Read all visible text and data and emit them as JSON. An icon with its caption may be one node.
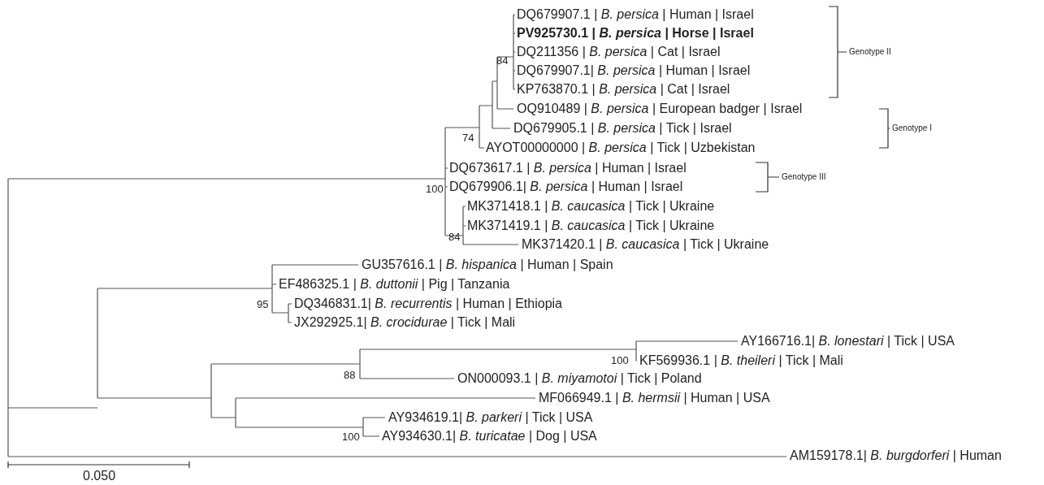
{
  "diagram": {
    "labels": [
      "DQ679907.1 | *B. persica* | Human | Israel",
      "PV925730.1 | *B. persica* | Horse | Israel",
      "Genotype II",
      "DQ211356 | *B. persica* | Cat | Israel",
      "84",
      "DQ679907.1| *B. persica* | Human | Israel",
      "KP763870.1 | *B. persica* | Cat | Israel",
      "OQ910489 | *B. persica* | European badger | Israel",
      "DQ679905.1 | *B. persica* | Tick | Israel",
      "Genotype I",
      "74",
      "AYOT00000000 | *B. persica* | Tick | Uzbekistan",
      "DQ673617.1 | *B. persica* | Human | Israel",
      "Genotype III",
      "100",
      "DQ679906.1| *B. persica* | Human | Israel",
      "MK371418.1 | *B. caucasica* | Tick | Ukraine",
      "MK371419.1 | *B. caucasica* | Tick | Ukraine",
      "84",
      "MK371420.1 | *B. caucasica* | Tick | Ukraine",
      "GU357616.1 | *B. hispanica* | Human | Spain",
      "EF486325.1 | *B. duttonii* | Pig | Tanzania",
      "95",
      "DQ346831.1| *B. recurrentis* | Human | Ethiopia",
      "JX292925.1| *B. crocidurae* | Tick | Mali",
      "AY166716.1| *B. lonestari* | Tick | USA",
      "100",
      "KF569936.1 | *B. theileri* | Tick | Mali",
      "88",
      "ON000093.1 | *B. miyamotoi* | Tick | Poland",
      "MF066949.1 | *B. hermsii* | Human | USA",
      "AY934619.1| *B. parkeri* | Tick | USA",
      "100",
      "AY934630.1| *B. turicatae* | Dog | USA",
      "AM159178.1| *B. burgdorferi* | Human",
      "0.050"
    ]
  }
}
